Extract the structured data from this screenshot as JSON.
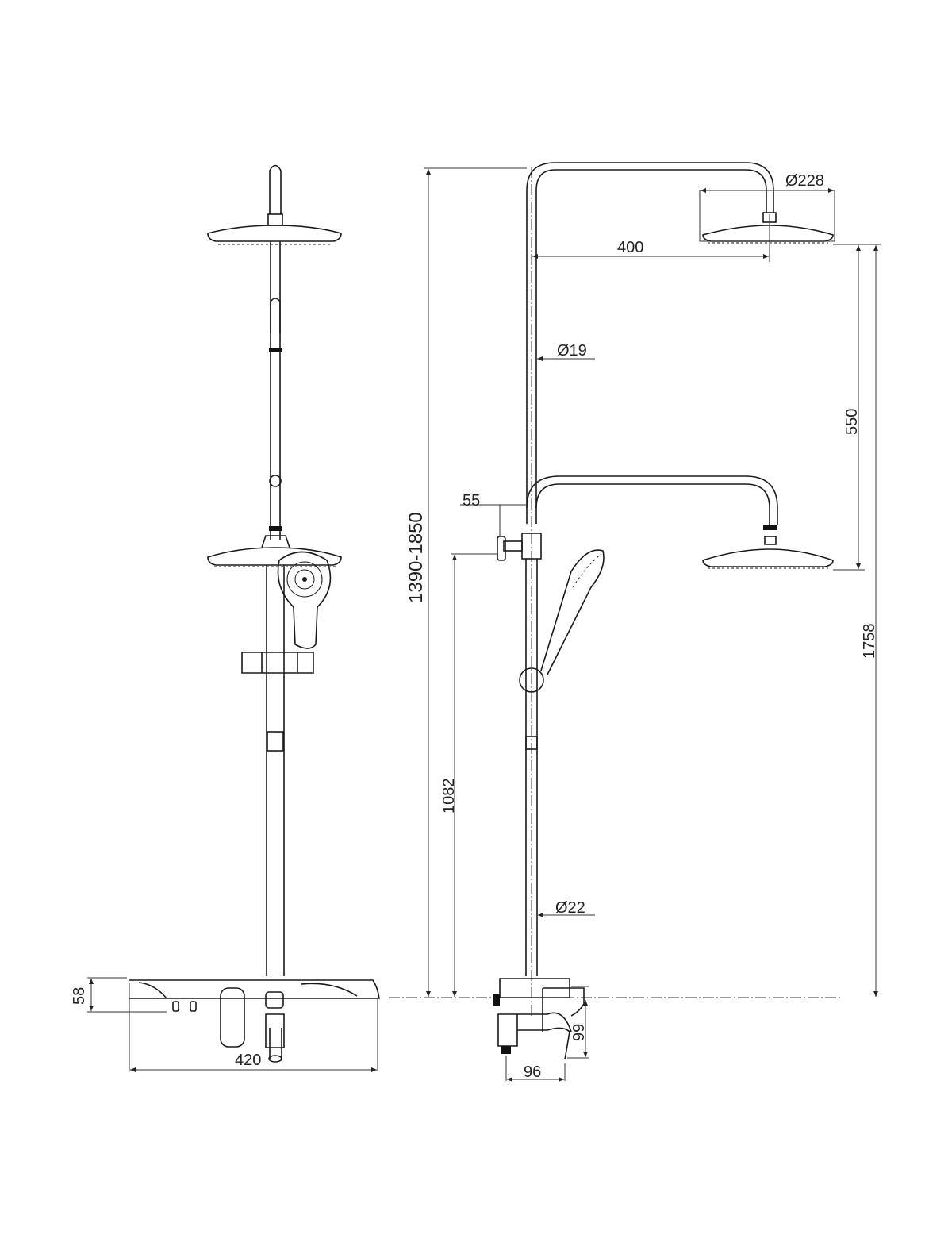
{
  "drawing": {
    "front_view": {
      "width_label": "420",
      "height_label": "58"
    },
    "side_view": {
      "total_height_label": "1390-1850",
      "head_diameter_label": "Ø228",
      "arm_length_label": "400",
      "upper_tube_diameter_label": "Ø19",
      "lower_tube_diameter_label": "Ø22",
      "slide_range_label": "550",
      "max_head_height_label": "1758",
      "offset_label": "55",
      "mixer_to_holder_label": "1082",
      "spout_projection_label": "96",
      "spout_height_label": "99"
    }
  }
}
